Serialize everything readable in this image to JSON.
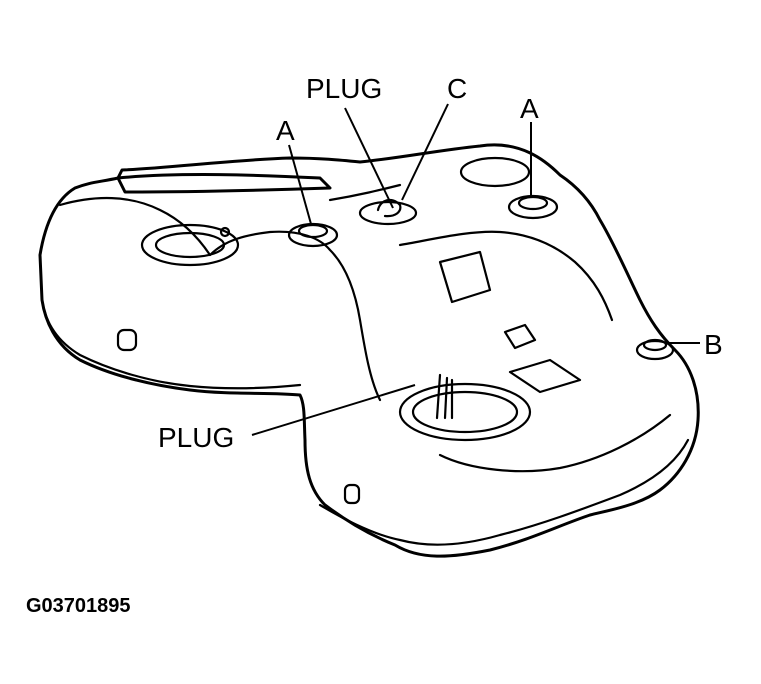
{
  "labels": {
    "plug_top": "PLUG",
    "c": "C",
    "a_left": "A",
    "a_right": "A",
    "b": "B",
    "plug_bottom": "PLUG"
  },
  "figure_id": "G03701895"
}
